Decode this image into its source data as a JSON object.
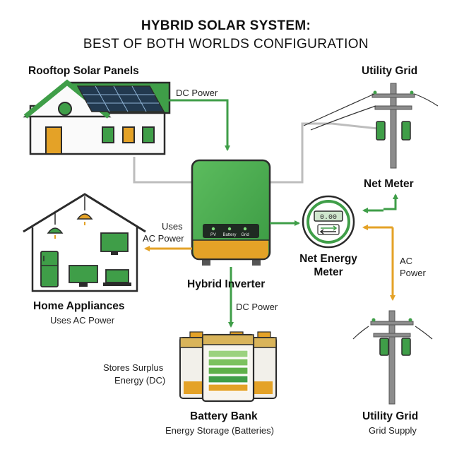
{
  "title": {
    "line1": "HYBRID SOLAR SYSTEM:",
    "line2": "BEST OF BOTH WORLDS CONFIGURATION"
  },
  "nodes": {
    "rooftop": {
      "label": "Rooftop Solar Panels"
    },
    "utility_top": {
      "label": "Utility Grid"
    },
    "net_meter_label": {
      "label": "Net Meter"
    },
    "inverter": {
      "label": "Hybrid Inverter",
      "leds": [
        "PV",
        "Battery",
        "Grid"
      ]
    },
    "net_energy_meter": {
      "label": "Net Energy Meter",
      "display": "0.00"
    },
    "home": {
      "label": "Home Appliances",
      "sublabel": "Uses AC Power"
    },
    "battery": {
      "label": "Battery Bank",
      "sublabel": "Energy Storage (Batteries)"
    },
    "utility_bottom": {
      "label": "Utility Grid",
      "sublabel": "Grid Supply"
    }
  },
  "edges": {
    "panels_to_inverter": "DC Power",
    "inverter_to_home_1": "Uses",
    "inverter_to_home_2": "AC Power",
    "inverter_to_battery": "DC Power",
    "battery_note_1": "Stores Surplus",
    "battery_note_2": "Energy (DC)",
    "grid_ac_1": "AC",
    "grid_ac_2": "Power"
  },
  "colors": {
    "green": "#3f9e48",
    "dark_green": "#2e6b32",
    "orange": "#e4a227",
    "gray_line": "#bdbdbd",
    "solar_blue": "#22394f"
  }
}
